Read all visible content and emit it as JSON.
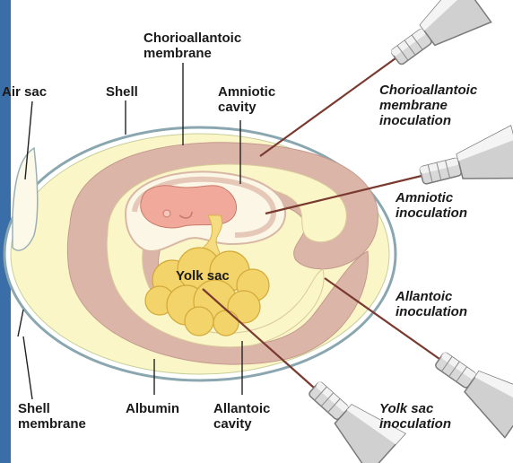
{
  "diagram": {
    "labels": {
      "chorioallantoic_membrane": [
        "Chorioallantoic",
        "membrane"
      ],
      "air_sac": "Air sac",
      "shell": "Shell",
      "amniotic_cavity": [
        "Amniotic",
        "cavity"
      ],
      "yolk_sac": "Yolk sac",
      "shell_membrane": [
        "Shell",
        "membrane"
      ],
      "albumin": "Albumin",
      "allantoic_cavity": [
        "Allantoic",
        "cavity"
      ]
    },
    "inoculation_routes": {
      "chorioallantoic": [
        "Chorioallantoic",
        "membrane",
        "inoculation"
      ],
      "amniotic": [
        "Amniotic",
        "inoculation"
      ],
      "allantoic": [
        "Allantoic",
        "inoculation"
      ],
      "yolk_sac": [
        "Yolk sac",
        "inoculation"
      ]
    },
    "colors": {
      "albumin_fill": "#fbf6c8",
      "membrane_fill": "#dbb6a8",
      "amniotic_fill": "#fcf6e6",
      "yolk_fill": "#f2d46a",
      "embryo_fill": "#f0a99a",
      "syringe_fill": "#d8d8d8",
      "needle_color": "#7a3a30"
    }
  }
}
